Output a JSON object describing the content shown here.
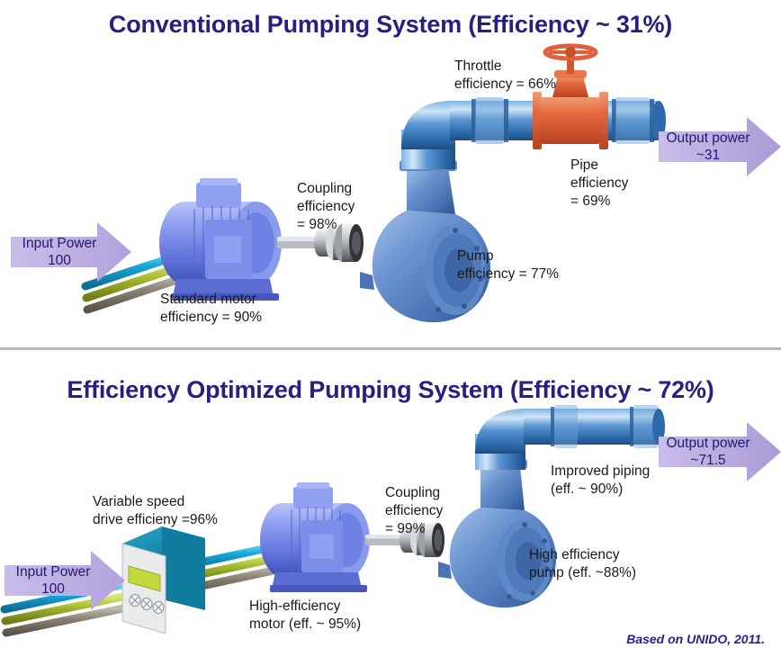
{
  "colors": {
    "title": "#262080",
    "arrow_fill_light": "#c7bbe8",
    "arrow_fill_dark": "#ab9ad6",
    "arrow_text": "#201a6e",
    "label_text": "#1a1a1a",
    "pipe_blue": "#4a7fc1",
    "pump_blue": "#5b7fc4",
    "motor_blue": "#6f86e0",
    "valve_orange": "#e0613c",
    "vfd_teal": "#1383a8",
    "vfd_body": "#e8eaec",
    "lcd_green": "#c3d83b",
    "cable_cyan": "#14a9d8",
    "cable_olive": "#a8bd2e",
    "cable_gray": "#8d8577",
    "divider": "#b8b8b8",
    "credit": "#2b1f8f"
  },
  "conventional": {
    "title": "Conventional Pumping System (Efficiency ~ 31%)",
    "input_arrow": {
      "line1": "Input Power",
      "line2": "100"
    },
    "output_arrow": {
      "line1": "Output power",
      "line2": "~31"
    },
    "labels": {
      "motor": "Standard motor\nefficiency = 90%",
      "coupling": "Coupling\nefficiency\n= 98%",
      "pump": "Pump\nefficiency = 77%",
      "throttle": "Throttle\nefficiency = 66%",
      "pipe": "Pipe\nefficiency\n= 69%"
    }
  },
  "optimized": {
    "title": "Efficiency Optimized Pumping System (Efficiency ~ 72%)",
    "input_arrow": {
      "line1": "Input Power",
      "line2": "100"
    },
    "output_arrow": {
      "line1": "Output power",
      "line2": "~71.5"
    },
    "labels": {
      "vsd": "Variable speed\ndrive efficieny =96%",
      "motor": "High-efficiency\nmotor (eff. ~ 95%)",
      "coupling": "Coupling\nefficiency\n= 99%",
      "pump": "High efficiency\npump (eff. ~88%)",
      "piping": "Improved piping\n(eff. ~ 90%)"
    }
  },
  "credit": "Based on UNIDO, 2011.",
  "chart_data": {
    "type": "diagram",
    "title": "Pumping system efficiency comparison",
    "series": [
      {
        "name": "Conventional Pumping System",
        "overall_efficiency_percent": 31,
        "input_power": 100,
        "output_power": 31,
        "components": [
          {
            "name": "Standard motor",
            "efficiency_percent": 90
          },
          {
            "name": "Coupling",
            "efficiency_percent": 98
          },
          {
            "name": "Pump",
            "efficiency_percent": 77
          },
          {
            "name": "Throttle",
            "efficiency_percent": 66
          },
          {
            "name": "Pipe",
            "efficiency_percent": 69
          }
        ]
      },
      {
        "name": "Efficiency Optimized Pumping System",
        "overall_efficiency_percent": 72,
        "input_power": 100,
        "output_power": 71.5,
        "components": [
          {
            "name": "Variable speed drive",
            "efficiency_percent": 96
          },
          {
            "name": "High-efficiency motor",
            "efficiency_percent": 95
          },
          {
            "name": "Coupling",
            "efficiency_percent": 99
          },
          {
            "name": "High efficiency pump",
            "efficiency_percent": 88
          },
          {
            "name": "Improved piping",
            "efficiency_percent": 90
          }
        ]
      }
    ]
  }
}
